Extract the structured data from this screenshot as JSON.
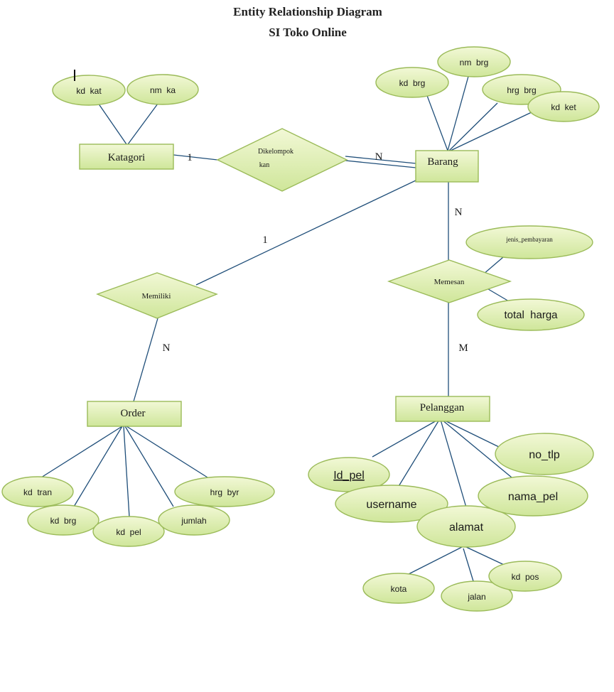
{
  "title": {
    "line1": "Entity Relationship Diagram",
    "line2": "SI Toko Online"
  },
  "colors": {
    "fill_light": "#f2f8d6",
    "fill_dark": "#cfe69a",
    "stroke": "#9bbb59",
    "line": "#1f4e79"
  },
  "entities": {
    "katagori": "Katagori",
    "barang": "Barang",
    "order": "Order",
    "pelanggan": "Pelanggan"
  },
  "relationships": {
    "dikelompok_line1": "Dikelompok",
    "dikelompok_line2": "kan",
    "memiliki": "Memiliki",
    "memesan": "Memesan"
  },
  "attributes": {
    "katagori": [
      "kd  kat",
      "nm  ka"
    ],
    "barang": [
      "kd  brg",
      "nm  brg",
      "hrg  brg",
      "kd  ket"
    ],
    "memesan": [
      "jenis_pembayaran",
      "total  harga"
    ],
    "order": [
      "kd  tran",
      "kd  brg",
      "kd  pel",
      "jumlah",
      "hrg  byr"
    ],
    "pelanggan": [
      "Id_pel",
      "username",
      "alamat",
      "nama_pel",
      "no_tlp"
    ],
    "alamat": [
      "kota",
      "jalan",
      "kd  pos"
    ]
  },
  "cardinality": {
    "katagori_dikelompok": "1",
    "dikelompok_barang": "N",
    "barang_memiliki": "1",
    "memiliki_order": "N",
    "barang_memesan": "N",
    "memesan_pelanggan": "M"
  }
}
